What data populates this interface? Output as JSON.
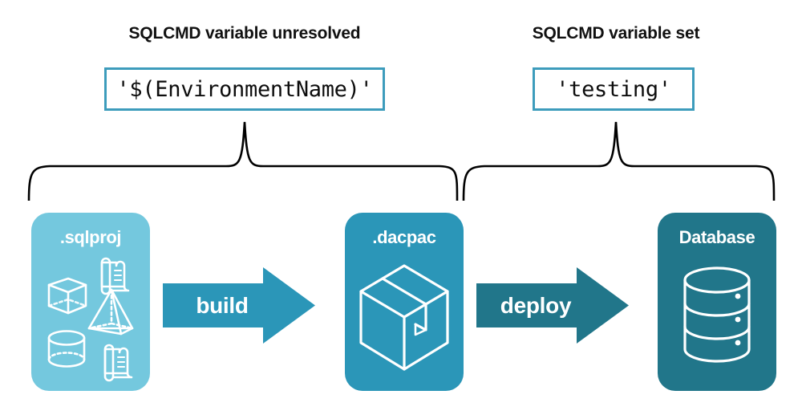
{
  "diagram": {
    "title_left": "SQLCMD variable unresolved",
    "title_right": "SQLCMD variable set",
    "code_left": "'$(EnvironmentName)'",
    "code_right": "'testing'",
    "stages": [
      {
        "id": "sqlproj",
        "label": ".sqlproj",
        "color": "#74c8de",
        "art": "3d-shapes-and-scrolls"
      },
      {
        "id": "dacpac",
        "label": ".dacpac",
        "color": "#2b96b8",
        "art": "package-box"
      },
      {
        "id": "database",
        "label": "Database",
        "color": "#21768a",
        "art": "database-cylinder"
      }
    ],
    "arrows": [
      {
        "id": "build",
        "label": "build",
        "color": "#2b96b8"
      },
      {
        "id": "deploy",
        "label": "deploy",
        "color": "#21768a"
      }
    ],
    "braces": [
      {
        "id": "brace-left",
        "spans": "sqlproj-to-dacpac"
      },
      {
        "id": "brace-right",
        "spans": "dacpac-to-database"
      }
    ],
    "colors": {
      "code_border": "#3d9cbc",
      "text": "#111111",
      "brace": "#000000",
      "background": "#ffffff"
    }
  }
}
